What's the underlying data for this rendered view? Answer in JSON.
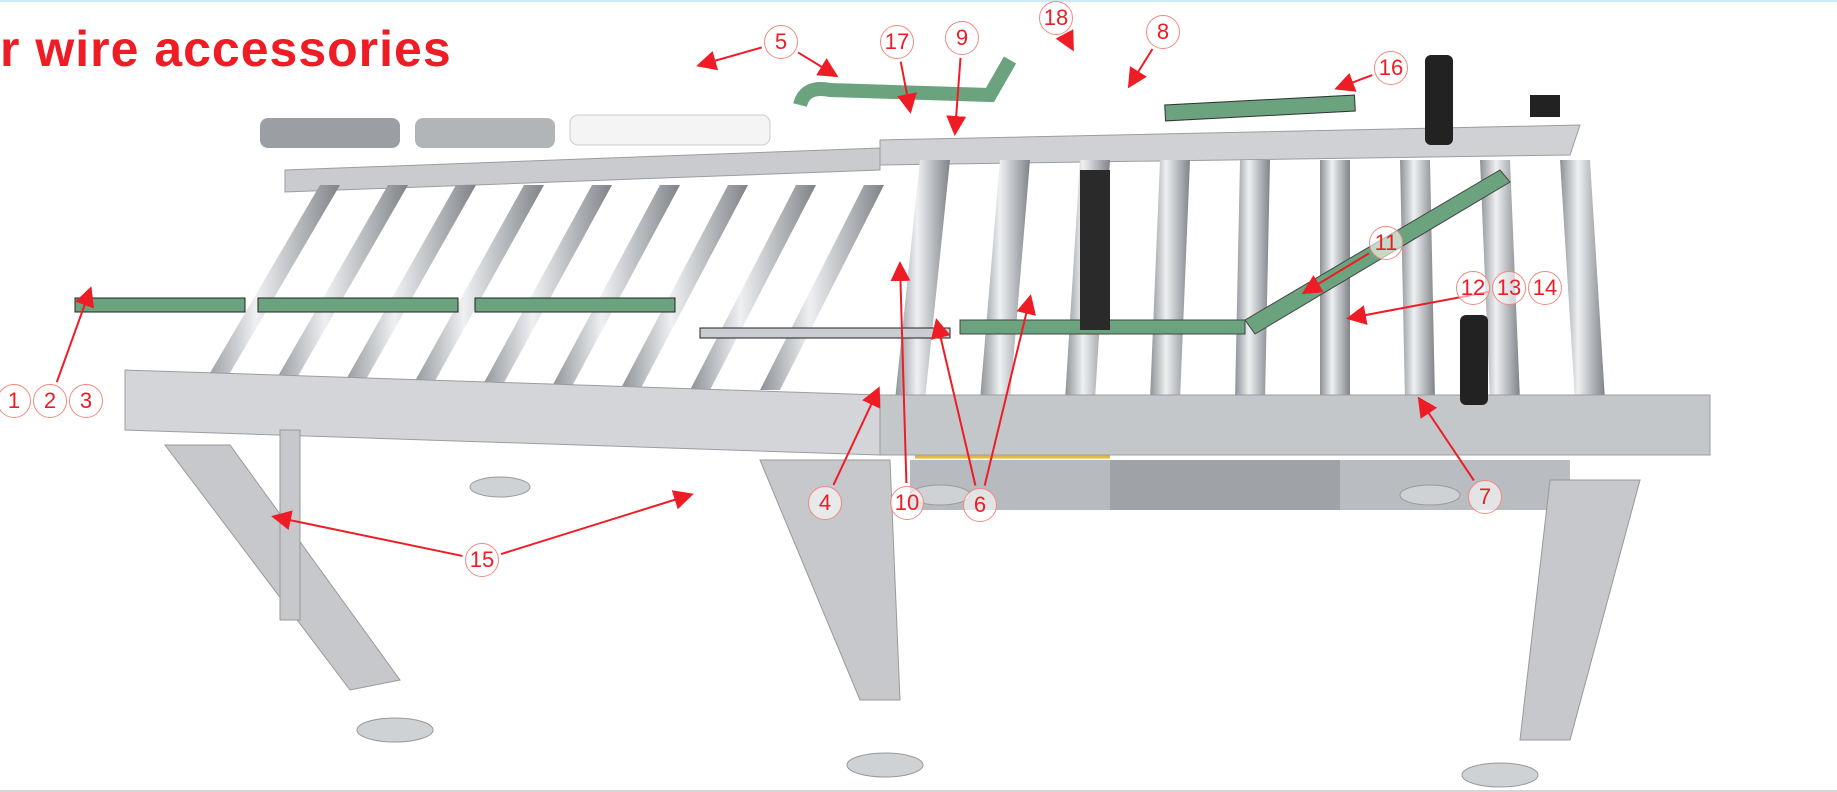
{
  "title": "r wire accessories",
  "colors": {
    "accent": "#ee1c25",
    "frame": "#c7c9cc",
    "roller": "#b9bcc0",
    "guide": "#6aa37e"
  },
  "callouts": [
    {
      "id": "c5",
      "labels": [
        "5"
      ]
    },
    {
      "id": "c17",
      "labels": [
        "17"
      ]
    },
    {
      "id": "c9",
      "labels": [
        "9"
      ]
    },
    {
      "id": "c18",
      "labels": [
        "18"
      ]
    },
    {
      "id": "c8",
      "labels": [
        "8"
      ]
    },
    {
      "id": "c16",
      "labels": [
        "16"
      ]
    },
    {
      "id": "c11",
      "labels": [
        "11"
      ]
    },
    {
      "id": "c121314",
      "labels": [
        "12",
        "13",
        "14"
      ]
    },
    {
      "id": "c123",
      "labels": [
        "1",
        "2",
        "3"
      ]
    },
    {
      "id": "c4",
      "labels": [
        "4"
      ]
    },
    {
      "id": "c10",
      "labels": [
        "10"
      ]
    },
    {
      "id": "c6",
      "labels": [
        "6"
      ]
    },
    {
      "id": "c7",
      "labels": [
        "7"
      ]
    },
    {
      "id": "c15",
      "labels": [
        "15"
      ]
    }
  ]
}
